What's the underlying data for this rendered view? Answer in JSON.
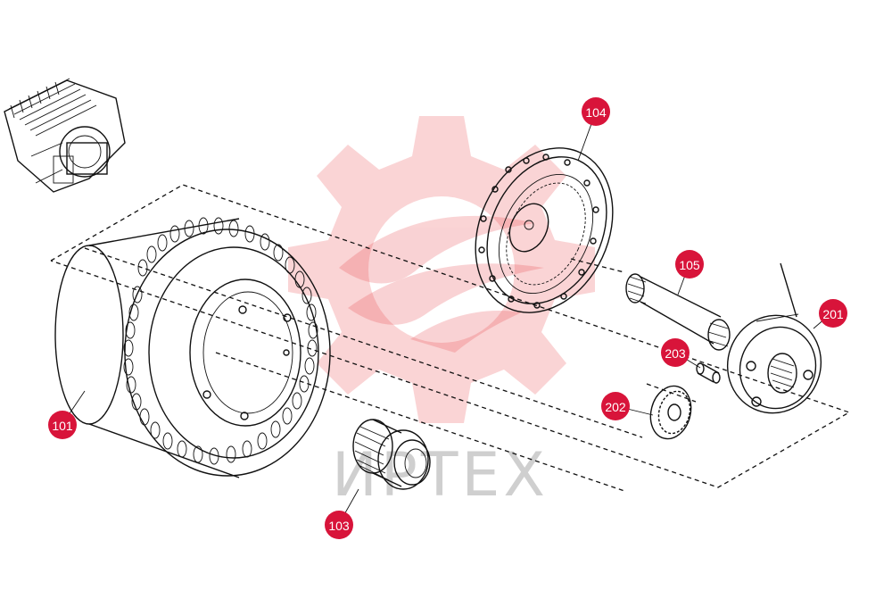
{
  "watermark": {
    "text": "ИРТЕХ",
    "color": "#e8393f"
  },
  "callout_color": "#d8143a",
  "callouts": [
    {
      "id": "101",
      "label": "101"
    },
    {
      "id": "103",
      "label": "103"
    },
    {
      "id": "104",
      "label": "104"
    },
    {
      "id": "105",
      "label": "105"
    },
    {
      "id": "201",
      "label": "201"
    },
    {
      "id": "202",
      "label": "202"
    },
    {
      "id": "203",
      "label": "203"
    }
  ]
}
